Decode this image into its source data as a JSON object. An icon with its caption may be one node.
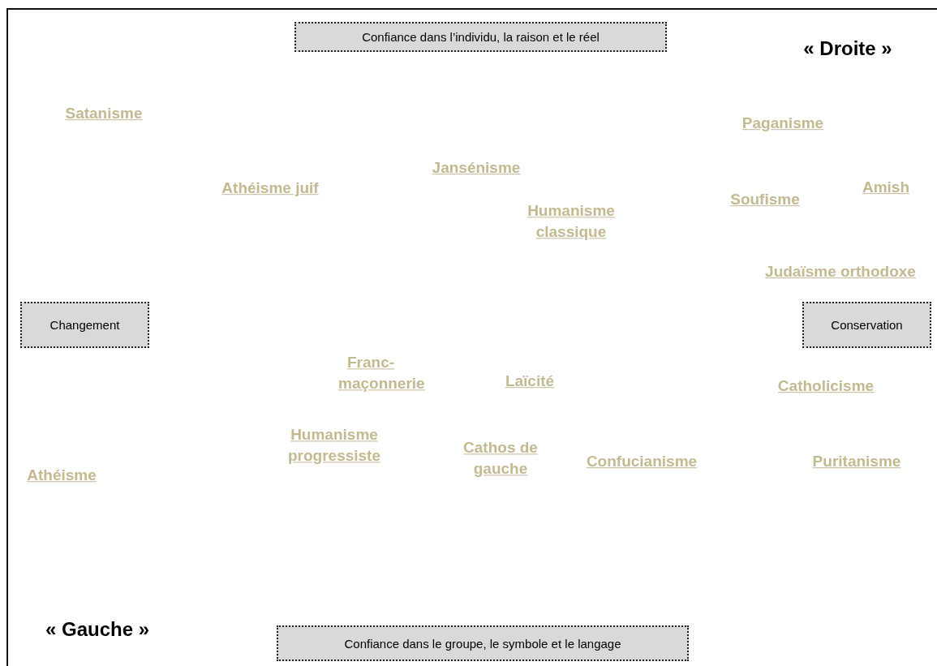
{
  "diagram": {
    "nodes": [
      {
        "text": [
          "Confiance dans l’individu, la raison et le réel"
        ]
      },
      {
        "text": [
          "Changement"
        ]
      },
      {
        "text": [
          "Conservation"
        ]
      },
      {
        "text": [
          "Confiance dans le groupe, le symbole et le langage"
        ]
      }
    ],
    "labels": [
      "« Droite »",
      "Satanisme",
      "Paganisme",
      "Jansénisme",
      "Athéisme juif",
      "Humanisme classique",
      "Soufisme",
      "Amish",
      "Judaïsme orthodoxe",
      "Franc-maçonnerie",
      "Laïcité",
      "Catholicisme",
      "Humanisme progressiste",
      "Cathos de gauche",
      "Confucianisme",
      "Puritanisme",
      "Athéisme",
      "« Gauche »"
    ]
  }
}
